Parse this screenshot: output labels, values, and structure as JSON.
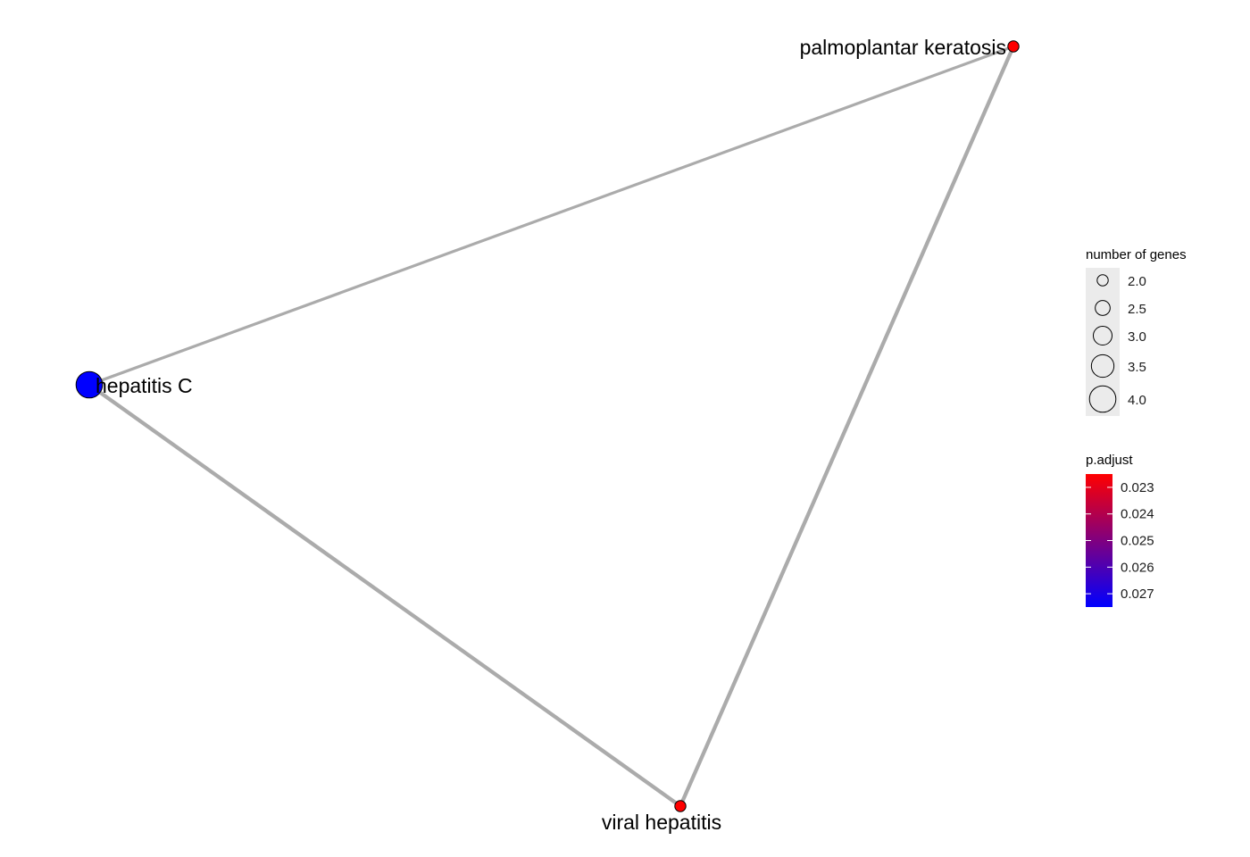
{
  "nodes": [
    {
      "id": "hepatitis_c",
      "label": "hepatitis C",
      "color": "#0000FF",
      "size_value": 4.0,
      "p_adjust": 0.0275
    },
    {
      "id": "palmoplantar_keratosis",
      "label": "palmoplantar keratosis",
      "color": "#FF0000",
      "size_value": 2.0,
      "p_adjust": 0.0225
    },
    {
      "id": "viral_hepatitis",
      "label": "viral hepatitis",
      "color": "#FF0000",
      "size_value": 2.0,
      "p_adjust": 0.0225
    }
  ],
  "edges": [
    {
      "source": "hepatitis_c",
      "target": "palmoplantar_keratosis",
      "weight": 1
    },
    {
      "source": "hepatitis_c",
      "target": "viral_hepatitis",
      "weight": 2
    },
    {
      "source": "palmoplantar_keratosis",
      "target": "viral_hepatitis",
      "weight": 2
    }
  ],
  "edge_color": "#ABABAB",
  "legend": {
    "size": {
      "title": "number of genes",
      "items": [
        {
          "label": "2.0",
          "value": 2.0
        },
        {
          "label": "2.5",
          "value": 2.5
        },
        {
          "label": "3.0",
          "value": 3.0
        },
        {
          "label": "3.5",
          "value": 3.5
        },
        {
          "label": "4.0",
          "value": 4.0
        }
      ],
      "key_fill": "#EBEBEB"
    },
    "color": {
      "title": "p.adjust",
      "low_color": "#FF0000",
      "high_color": "#0000FF",
      "range": [
        0.0225,
        0.0275
      ],
      "ticks": [
        {
          "label": "0.023",
          "value": 0.023
        },
        {
          "label": "0.024",
          "value": 0.024
        },
        {
          "label": "0.025",
          "value": 0.025
        },
        {
          "label": "0.026",
          "value": 0.026
        },
        {
          "label": "0.027",
          "value": 0.027
        }
      ]
    }
  }
}
